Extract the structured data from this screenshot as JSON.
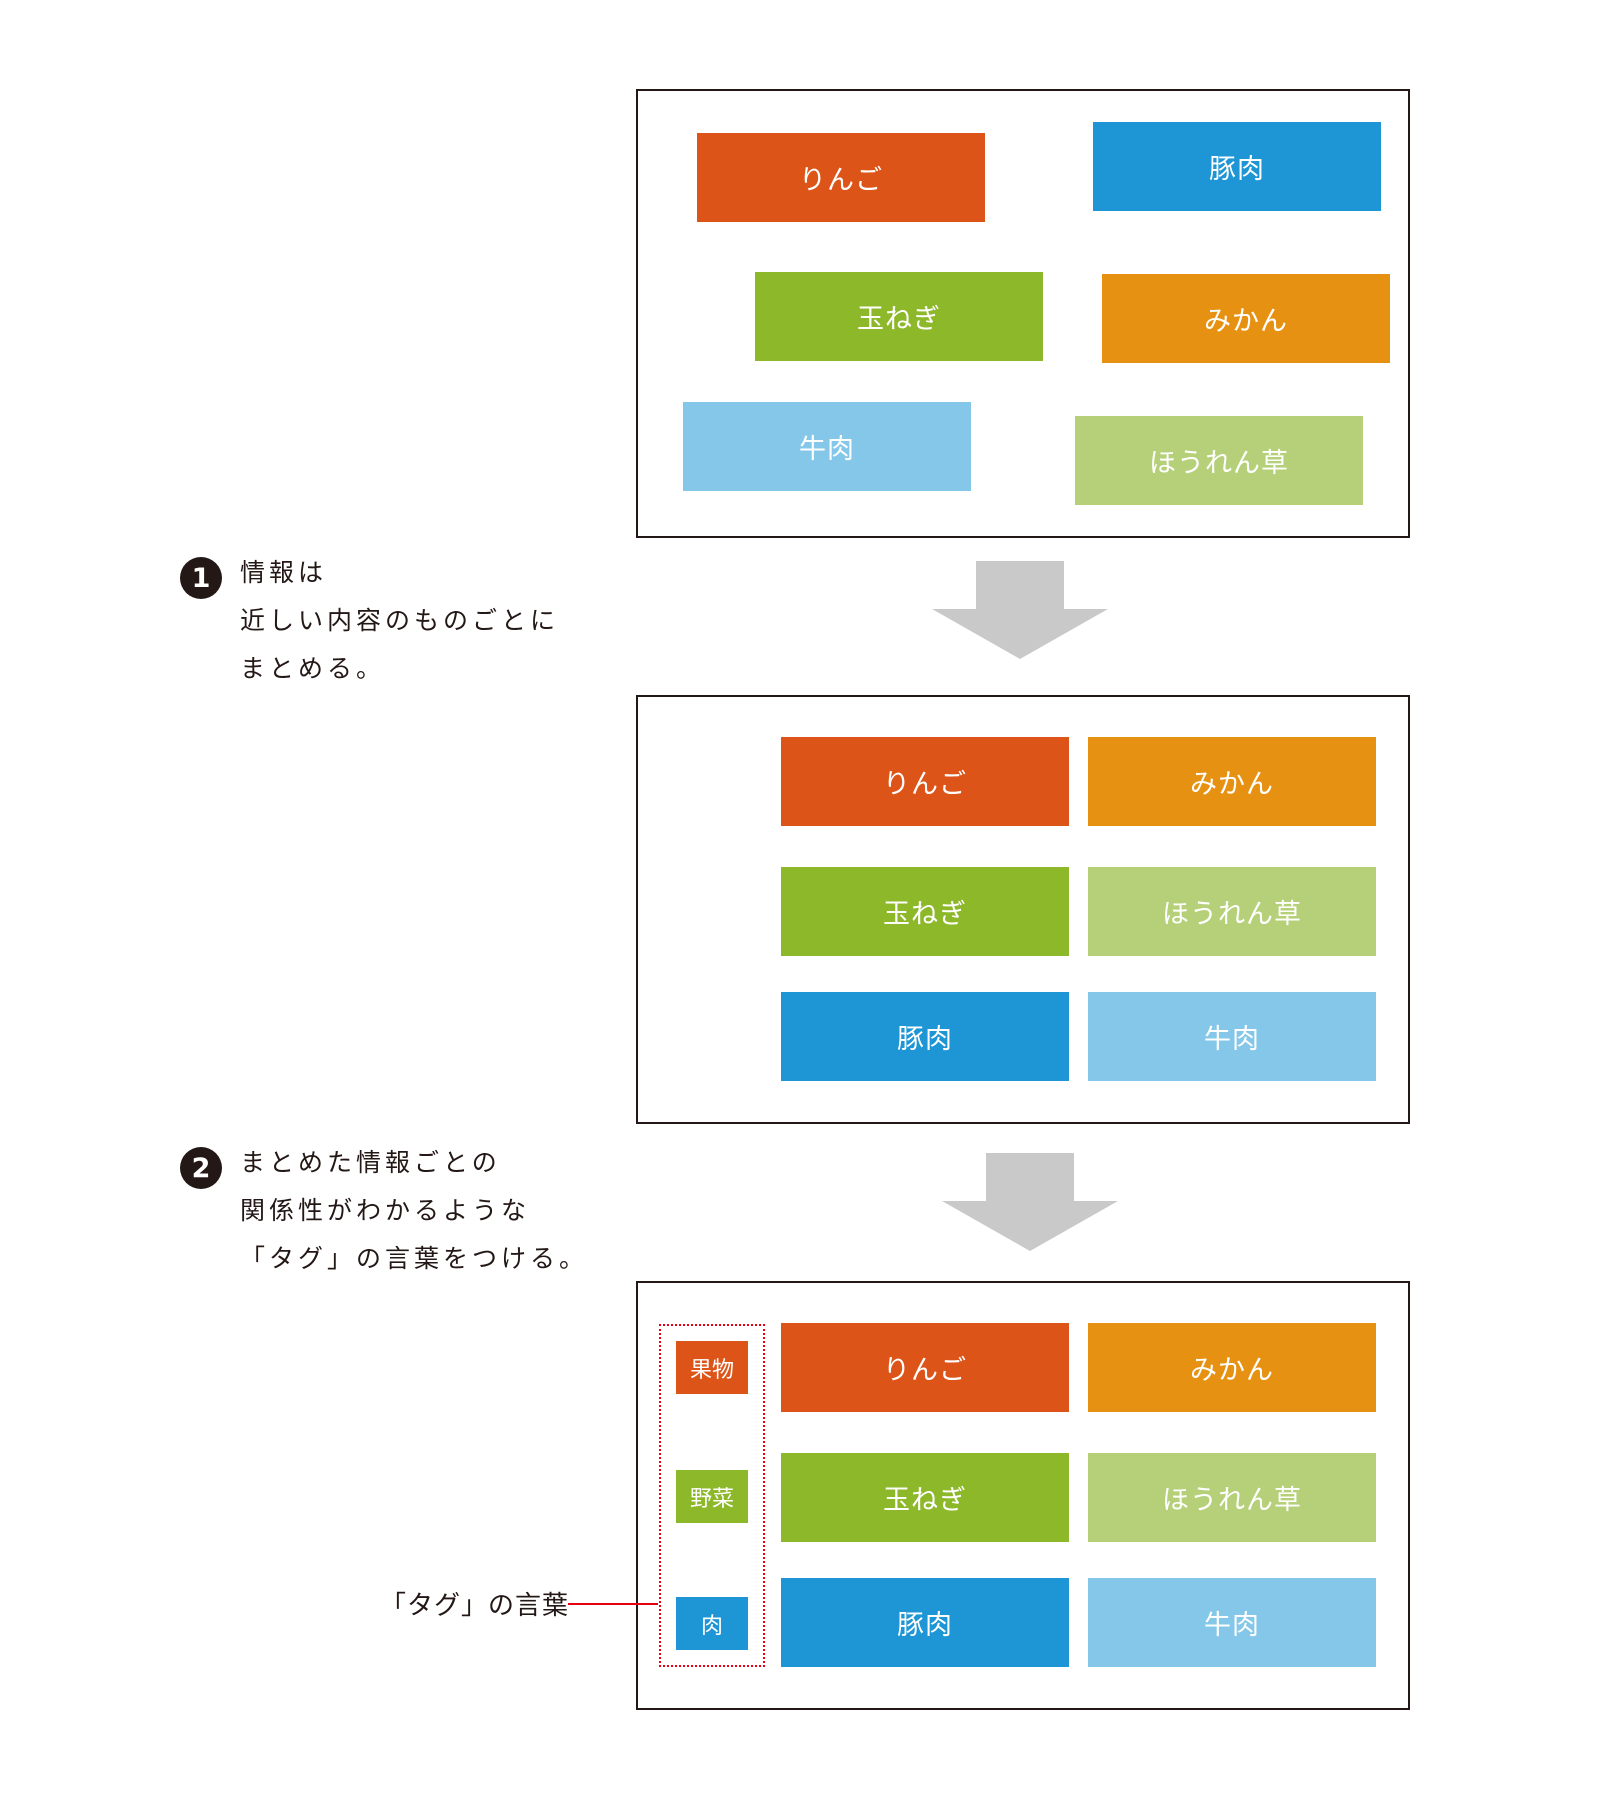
{
  "colors": {
    "fruit_dark": "#dd5419",
    "fruit_light": "#e69112",
    "veg_dark": "#8db82a",
    "veg_light": "#b5d078",
    "meat_dark": "#1e95d4",
    "meat_light": "#84c7e9",
    "arrow": "#c9c9c9",
    "tag_outline": "#e60012",
    "ink": "#231815"
  },
  "items": {
    "apple": "りんご",
    "mandarin": "みかん",
    "onion": "玉ねぎ",
    "spinach": "ほうれん草",
    "pork": "豚肉",
    "beef": "牛肉"
  },
  "steps": [
    {
      "number": "1",
      "lines": [
        "情報は",
        "近しい内容のものごとに",
        "まとめる。"
      ]
    },
    {
      "number": "2",
      "lines": [
        "まとめた情報ごとの",
        "関係性がわかるような",
        "「タグ」の言葉をつける。"
      ]
    }
  ],
  "tags": {
    "fruit": "果物",
    "vegetable": "野菜",
    "meat": "肉"
  },
  "callout": {
    "label": "「タグ」の言葉"
  }
}
